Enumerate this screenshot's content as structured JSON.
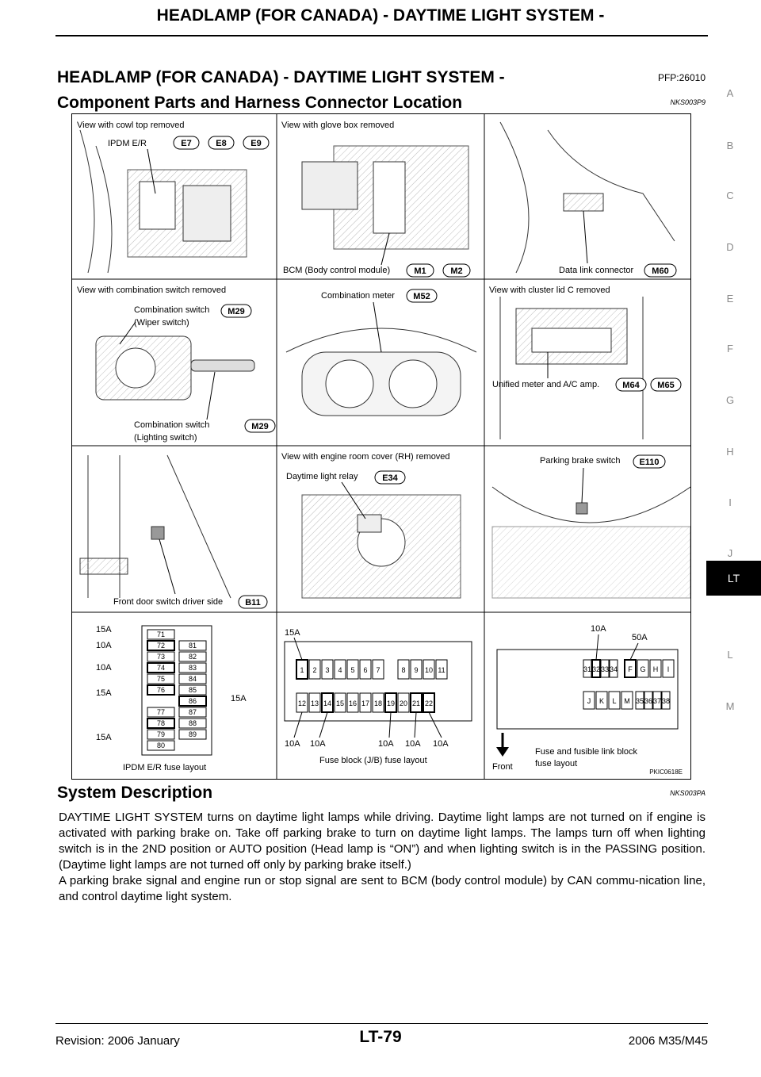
{
  "header": {
    "running_title": "HEADLAMP (FOR CANADA) - DAYTIME LIGHT SYSTEM -"
  },
  "section": {
    "title": "HEADLAMP (FOR CANADA) - DAYTIME LIGHT SYSTEM -",
    "code": "PFP:26010"
  },
  "component_parts": {
    "title": "Component Parts and Harness Connector Location",
    "code": "NKS003P9"
  },
  "side_index": [
    "A",
    "B",
    "C",
    "D",
    "E",
    "F",
    "G",
    "H",
    "I",
    "J",
    "LT",
    "L",
    "M"
  ],
  "figure": {
    "panels": {
      "p1": {
        "caption": "View with cowl top removed",
        "label": "IPDM E/R",
        "connectors": [
          "E7",
          "E8",
          "E9"
        ]
      },
      "p2": {
        "caption": "View with glove box removed",
        "label": "BCM (Body control module)",
        "connectors": [
          "M1",
          "M2"
        ]
      },
      "p3": {
        "label": "Data link connector",
        "connectors": [
          "M60"
        ]
      },
      "p4": {
        "caption": "View with combination switch removed",
        "label_a1": "Combination switch",
        "label_a2": "(Wiper switch)",
        "conn_a": "M29",
        "label_b1": "Combination switch",
        "label_b2": "(Lighting switch)",
        "conn_b": "M29"
      },
      "p5": {
        "label": "Combination meter",
        "connectors": [
          "M52"
        ]
      },
      "p6": {
        "caption": "View with cluster lid C removed",
        "label": "Unified meter and A/C amp.",
        "connectors": [
          "M64",
          "M65"
        ]
      },
      "p7": {
        "label": "Front door switch driver side",
        "connectors": [
          "B11"
        ]
      },
      "p8": {
        "caption": "View with engine room cover (RH) removed",
        "label": "Daytime light relay",
        "connectors": [
          "E34"
        ]
      },
      "p9": {
        "label": "Parking brake switch",
        "connectors": [
          "E110"
        ]
      },
      "p10": {
        "caption": "IPDM E/R fuse layout",
        "left_col": [
          "71",
          "72",
          "73",
          "74",
          "75",
          "76",
          "77",
          "78",
          "79",
          "80"
        ],
        "right_col": [
          "81",
          "82",
          "83",
          "84",
          "85",
          "86",
          "87",
          "88",
          "89"
        ],
        "amps": [
          "15A",
          "10A",
          "10A",
          "15A",
          "15A",
          "15A"
        ]
      },
      "p11": {
        "caption": "Fuse block (J/B) fuse layout",
        "row1": [
          "1",
          "2",
          "3",
          "4",
          "5",
          "6",
          "7",
          "8",
          "9",
          "10",
          "11"
        ],
        "row2": [
          "12",
          "13",
          "14",
          "15",
          "16",
          "17",
          "18",
          "19",
          "20",
          "21",
          "22"
        ],
        "top_amp": "15A",
        "bottom_amps": [
          "10A",
          "10A",
          "10A",
          "10A",
          "10A"
        ]
      },
      "p12": {
        "caption1": "Fuse and fusible link block",
        "caption2": "fuse layout",
        "front": "Front",
        "row1": [
          "31",
          "32",
          "33",
          "34",
          "F",
          "G",
          "H",
          "I"
        ],
        "row2": [
          "J",
          "K",
          "L",
          "M",
          "35",
          "36",
          "37",
          "38"
        ],
        "amp_a": "10A",
        "amp_b": "50A"
      }
    },
    "figure_code": "PKIC0618E"
  },
  "system_description": {
    "title": "System Description",
    "code": "NKS003PA",
    "para1": "DAYTIME LIGHT SYSTEM turns on daytime light lamps while driving. Daytime light lamps are not turned on if engine is activated with parking brake on. Take off parking brake to turn on daytime light lamps. The lamps turn off when lighting switch is in the 2ND position or AUTO position (Head lamp is “ON”) and when lighting switch is in the PASSING position. (Daytime light lamps are not turned off only by parking brake itself.)",
    "para2": "A parking brake signal and engine run or stop signal are sent to BCM (body control module) by CAN commu-nication line, and control daytime light system."
  },
  "footer": {
    "revision": "Revision: 2006 January",
    "page": "LT-79",
    "model": "2006 M35/M45"
  }
}
